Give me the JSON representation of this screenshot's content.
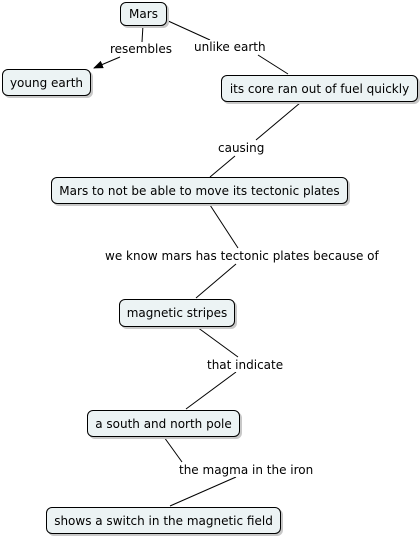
{
  "colors": {
    "node_fill": "#ecf3f4",
    "node_border": "#000000",
    "line": "#000000",
    "background": "#ffffff"
  },
  "nodes": {
    "mars": "Mars",
    "young_earth": "young earth",
    "core": "its core ran out of fuel quickly",
    "tectonic": "Mars to not be able to move its tectonic plates",
    "stripes": "magnetic stripes",
    "poles": "a south and north pole",
    "switch": "shows a switch in the magnetic field"
  },
  "links": {
    "resembles": "resembles",
    "unlike_earth": "unlike earth",
    "causing": "causing",
    "know": "we know mars has tectonic plates because of",
    "indicate": "that indicate",
    "magma": "the magma in the iron"
  }
}
